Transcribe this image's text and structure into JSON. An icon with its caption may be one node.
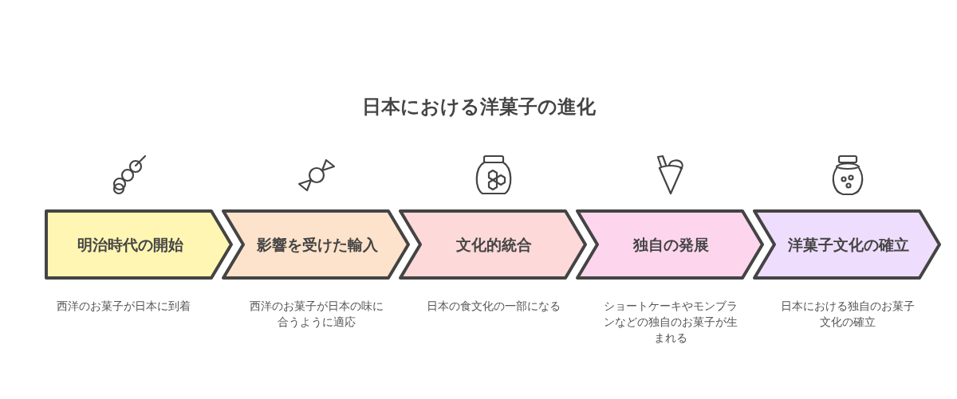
{
  "diagram": {
    "title": "日本における洋菓子の進化",
    "nodes": [
      {
        "text": [
          "明治時代の開始"
        ],
        "beside": [
          "西洋のお菓子が日本に到着"
        ]
      },
      {
        "text": [
          "影響を受けた輸入"
        ],
        "beside": [
          "西洋のお菓子が日本の味に合うように適応"
        ]
      },
      {
        "text": [
          "文化的統合"
        ],
        "beside": [
          "日本の食文化の一部になる"
        ]
      },
      {
        "text": [
          "独自の発展"
        ],
        "beside": [
          "ショートケーキやモンブランなどの独自のお菓子が生まれる"
        ]
      },
      {
        "text": [
          "洋菓子文化の確立"
        ],
        "beside": [
          "日本における独自のお菓子文化の確立"
        ]
      }
    ]
  }
}
